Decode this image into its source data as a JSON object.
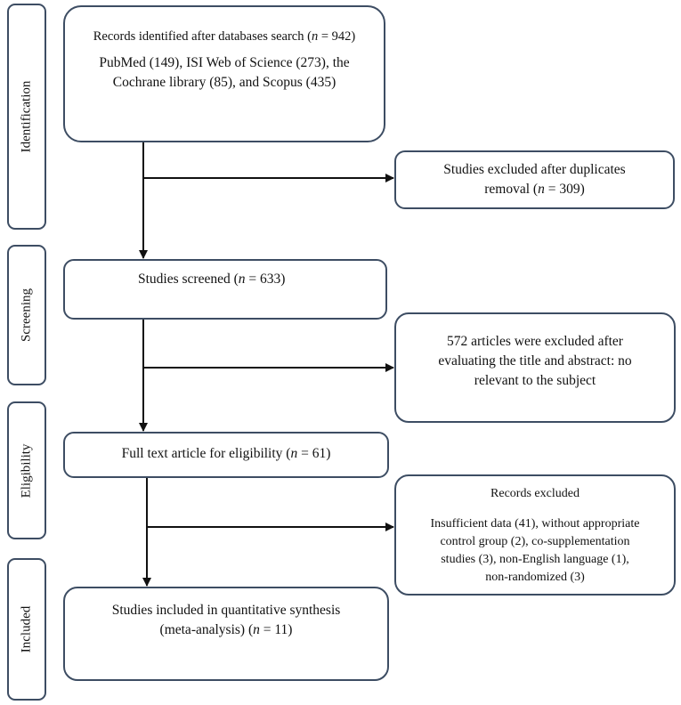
{
  "phases": {
    "identification": "Identification",
    "screening": "Screening",
    "eligibility": "Eligibility",
    "included": "Included"
  },
  "identified": {
    "pre": "Records identified after databases search (",
    "n": "n",
    "post": " = 942)",
    "line2": "PubMed (149), ISI Web of Science (273), the",
    "line3": "Cochrane library (85), and Scopus (435)"
  },
  "duplicates": {
    "line1": "Studies excluded after duplicates",
    "pre": "removal (",
    "n": "n",
    "post": " = 309)"
  },
  "screened": {
    "pre": "Studies screened (",
    "n": "n",
    "post": " = 633)"
  },
  "title_abstract_excluded": {
    "line1": "572 articles were excluded after",
    "line2": "evaluating the title and abstract: no",
    "line3": "relevant to the subject"
  },
  "eligibility": {
    "pre": "Full text article for eligibility (",
    "n": "n",
    "post": " = 61)"
  },
  "records_excluded": {
    "heading": "Records excluded",
    "line1": "Insufficient data (41), without appropriate",
    "line2": "control group (2), co-supplementation",
    "line3": "studies (3), non-English language (1),",
    "line4": "non-randomized (3)"
  },
  "included": {
    "line1": "Studies included in quantitative synthesis",
    "pre": "(meta-analysis) (",
    "n": "n",
    "post": " = 11)"
  }
}
